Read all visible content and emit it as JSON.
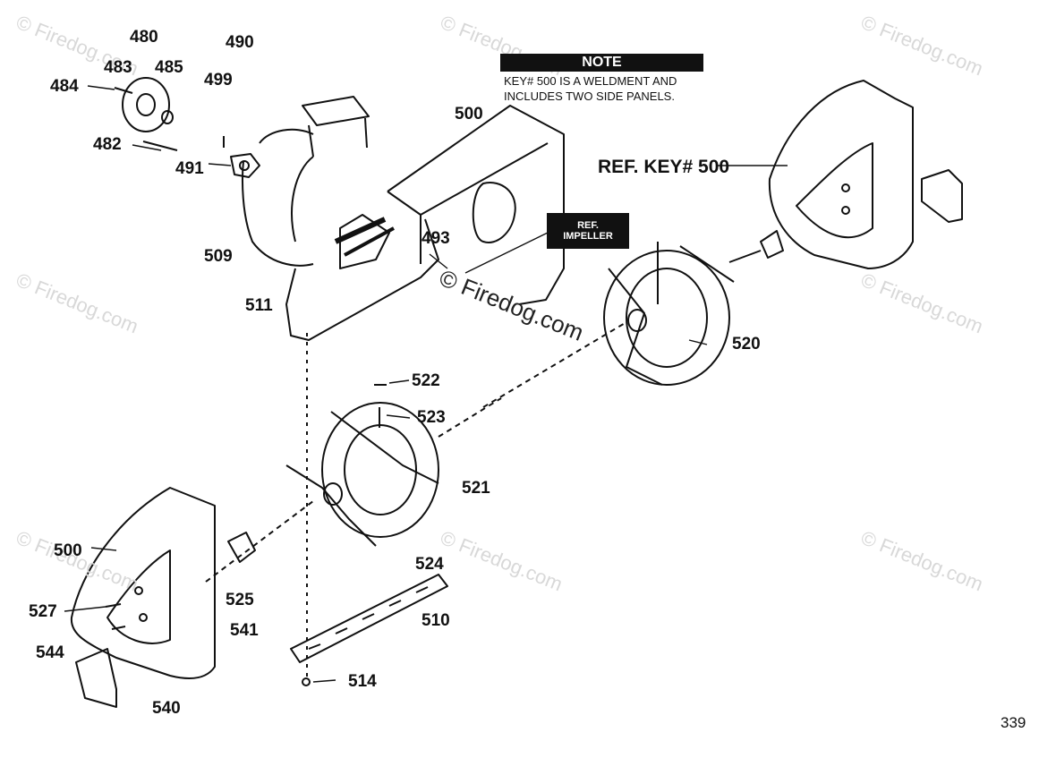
{
  "note": {
    "heading": "NOTE",
    "line1": "KEY# 500 IS A WELDMENT AND",
    "line2": "INCLUDES TWO SIDE PANELS."
  },
  "ref_impeller": {
    "line1": "REF.",
    "line2": "IMPELLER"
  },
  "ref_key_label": "REF. KEY# 500",
  "page_number": "339",
  "watermark": "© Firedog.com",
  "labels": {
    "l480": "480",
    "l483": "483",
    "l485": "485",
    "l484": "484",
    "l490": "490",
    "l499": "499",
    "l482": "482",
    "l491": "491",
    "l500_top": "500",
    "l493": "493",
    "l509": "509",
    "l511": "511",
    "l520": "520",
    "l522": "522",
    "l523": "523",
    "l521": "521",
    "l500_left": "500",
    "l524": "524",
    "l525": "525",
    "l510": "510",
    "l527": "527",
    "l541": "541",
    "l544": "544",
    "l540": "540",
    "l514": "514"
  }
}
